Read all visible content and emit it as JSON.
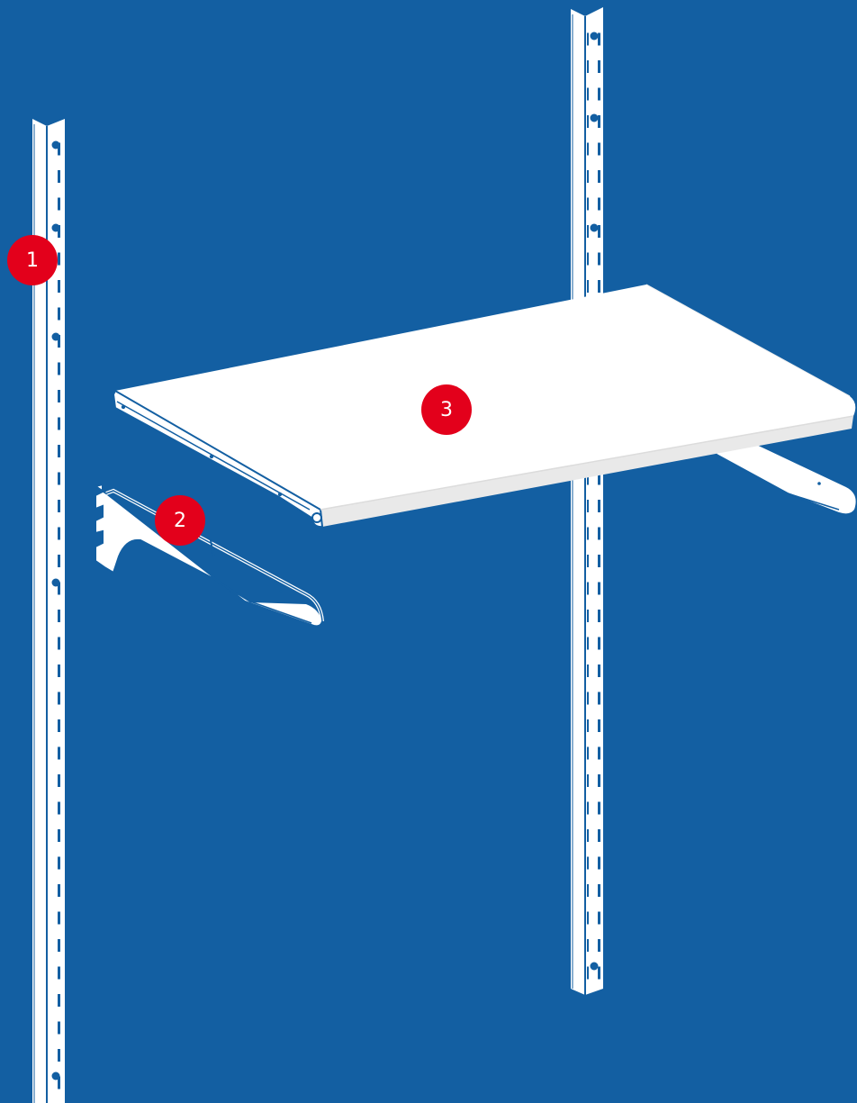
{
  "background_color": "#135fa2",
  "line_color": "#ffffff",
  "badge_color": "#e3001b",
  "badges": [
    {
      "label": "1",
      "part": "wall-upright"
    },
    {
      "label": "2",
      "part": "shelf-bracket"
    },
    {
      "label": "3",
      "part": "shelf"
    }
  ]
}
